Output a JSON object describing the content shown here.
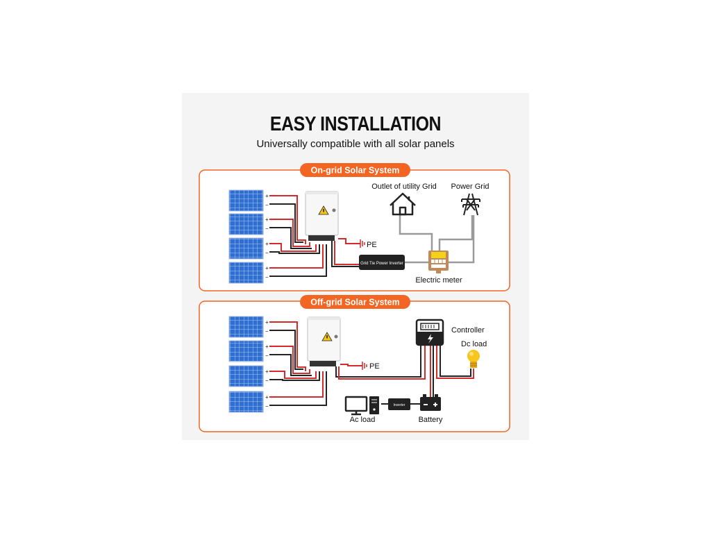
{
  "title": "EASY INSTALLATION",
  "subtitle": "Universally compatible with all solar panels",
  "colors": {
    "accent": "#f26522",
    "wire_red": "#d42a2a",
    "wire_black": "#222222",
    "wire_gray": "#9a9a9a",
    "panel_blue": "#2d6fd1",
    "meter_yellow": "#f5d21a"
  },
  "on_grid": {
    "header": "On-grid Solar System",
    "outlet_label": "Outlet of utility Grid",
    "power_grid_label": "Power Grid",
    "pe_label": "PE",
    "inverter_label": "Grid Tie Power Inverter",
    "meter_label": "Electric meter"
  },
  "off_grid": {
    "header": "Off-grid Solar System",
    "controller_label": "Controller",
    "dc_load_label": "Dc load",
    "pe_label": "PE",
    "ac_load_label": "Ac load",
    "inverter_label": "Inverter",
    "battery_label": "Battery"
  },
  "terminals": {
    "plus": "+",
    "minus": "−"
  },
  "icons": [
    "solar-panel-icon",
    "combiner-box-icon",
    "house-icon",
    "power-tower-icon",
    "electric-meter-icon",
    "ground-icon",
    "inverter-icon",
    "controller-icon",
    "light-bulb-icon",
    "computer-icon",
    "battery-icon",
    "warning-icon"
  ]
}
